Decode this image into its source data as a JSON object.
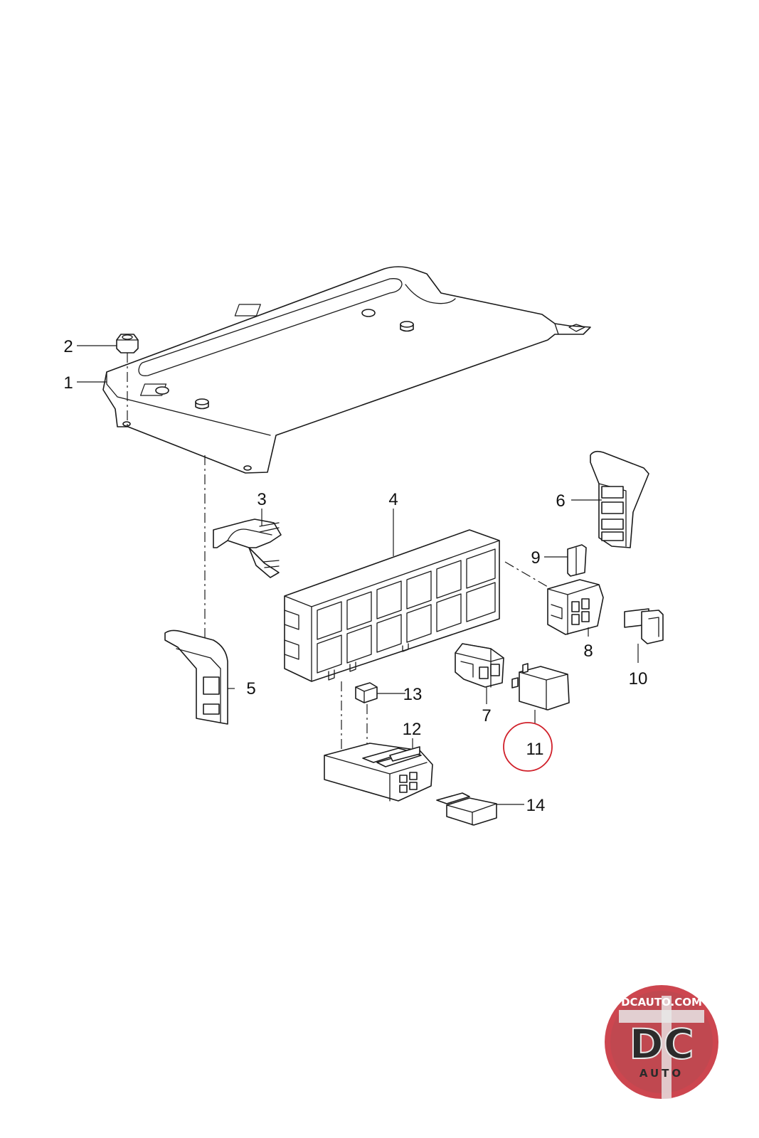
{
  "callouts": [
    {
      "id": "1",
      "label": "1"
    },
    {
      "id": "2",
      "label": "2"
    },
    {
      "id": "3",
      "label": "3"
    },
    {
      "id": "4",
      "label": "4"
    },
    {
      "id": "5",
      "label": "5"
    },
    {
      "id": "6",
      "label": "6"
    },
    {
      "id": "7",
      "label": "7"
    },
    {
      "id": "8",
      "label": "8"
    },
    {
      "id": "9",
      "label": "9"
    },
    {
      "id": "10",
      "label": "10"
    },
    {
      "id": "11",
      "label": "11"
    },
    {
      "id": "12",
      "label": "12"
    },
    {
      "id": "13",
      "label": "13"
    },
    {
      "id": "14",
      "label": "14"
    }
  ],
  "highlight": {
    "callout": "11",
    "color": "#d0202a"
  },
  "watermark": {
    "site": "DCAUTO.COM",
    "initials": "DC",
    "word": "AUTO",
    "colors": {
      "ring": "#c8323c",
      "dark": "#2b2b2b",
      "light": "#e8e8e8"
    }
  }
}
